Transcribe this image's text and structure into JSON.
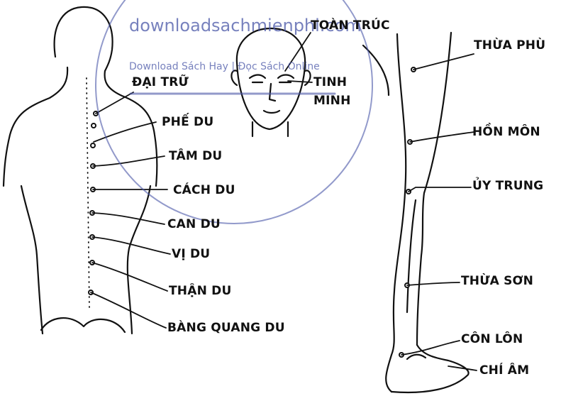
{
  "watermark": {
    "site": "downloadsachmienphi.com",
    "tagline": "Download Sách Hay | Đọc Sách Online",
    "color": "#4a57a8"
  },
  "labels": {
    "toan_truc": "TOÀN TRÚC",
    "tinh": "TINH",
    "minh": "MINH",
    "dai_tru": "ĐẠI TRỮ",
    "phe_du": "PHẾ DU",
    "tam_du": "TÂM DU",
    "cach_du": "CÁCH DU",
    "can_du": "CAN DU",
    "vi_du": "VỊ DU",
    "than_du": "THẬN DU",
    "bang_quang_du": "BÀNG QUANG DU",
    "thua_phu": "THỪA PHÙ",
    "hon_mon": "HỒN MÔN",
    "uy_trung": "ỦY TRUNG",
    "thua_son": "THỪA SƠN",
    "con_lon": "CÔN LÔN",
    "chi_am": "CHÍ ÂM"
  },
  "colors": {
    "ink": "#111111"
  }
}
